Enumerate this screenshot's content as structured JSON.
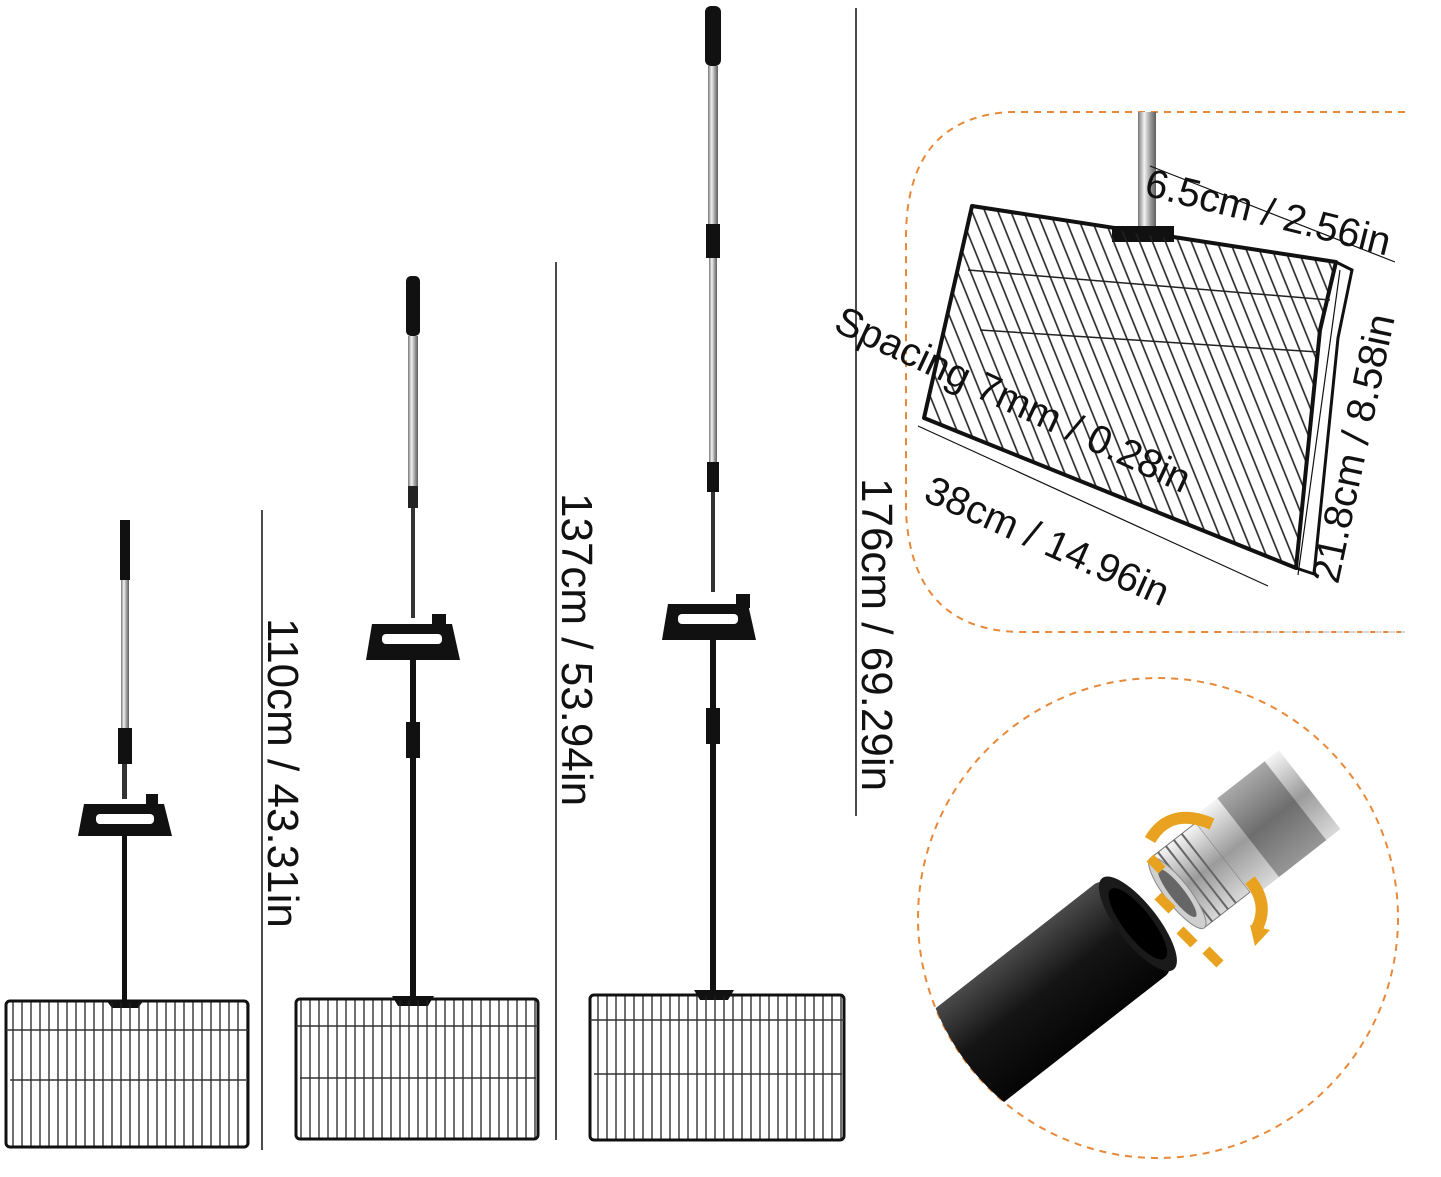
{
  "measurements": {
    "height_short": "110cm / 43.31in",
    "height_mid": "137cm / 53.94in",
    "height_tall": "176cm / 69.29in",
    "handle_width": "6.5cm / 2.56in",
    "spacing": "Spacing 7mm / 0.28in",
    "basket_width": "38cm / 14.96in",
    "basket_depth": "21.8cm / 8.58in"
  },
  "colors": {
    "frame": "#111111",
    "pole": "#b8b8b8",
    "accent_dashed": "#e8893a",
    "rotate_arrow": "#e9a21f"
  }
}
